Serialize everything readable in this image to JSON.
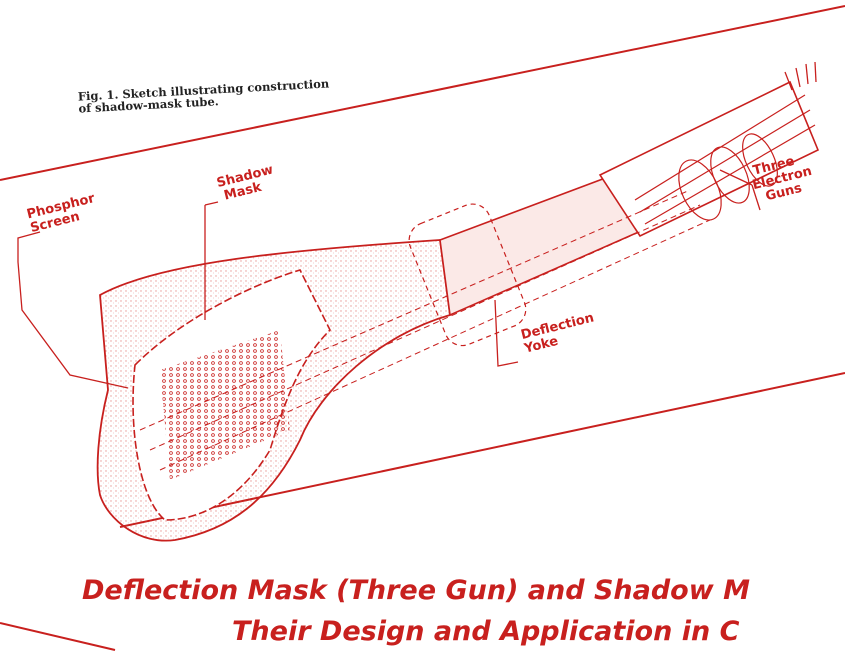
{
  "figure": {
    "caption_line1": "Fig. 1. Sketch illustrating construction",
    "caption_line2": "of shadow-mask tube."
  },
  "labels": {
    "phosphor_line1": "Phosphor",
    "phosphor_line2": "Screen",
    "shadow_line1": "Shadow",
    "shadow_line2": "Mask",
    "guns_line1": "Three",
    "guns_line2": "Electron",
    "guns_line3": "Guns",
    "yoke_line1": "Deflection",
    "yoke_line2": "Yoke"
  },
  "heading": {
    "line1": "Deflection Mask (Three Gun) and Shadow M",
    "line2": "Their Design and Application in C"
  },
  "colors": {
    "accent": "#c8201e",
    "caption": "#222222"
  }
}
